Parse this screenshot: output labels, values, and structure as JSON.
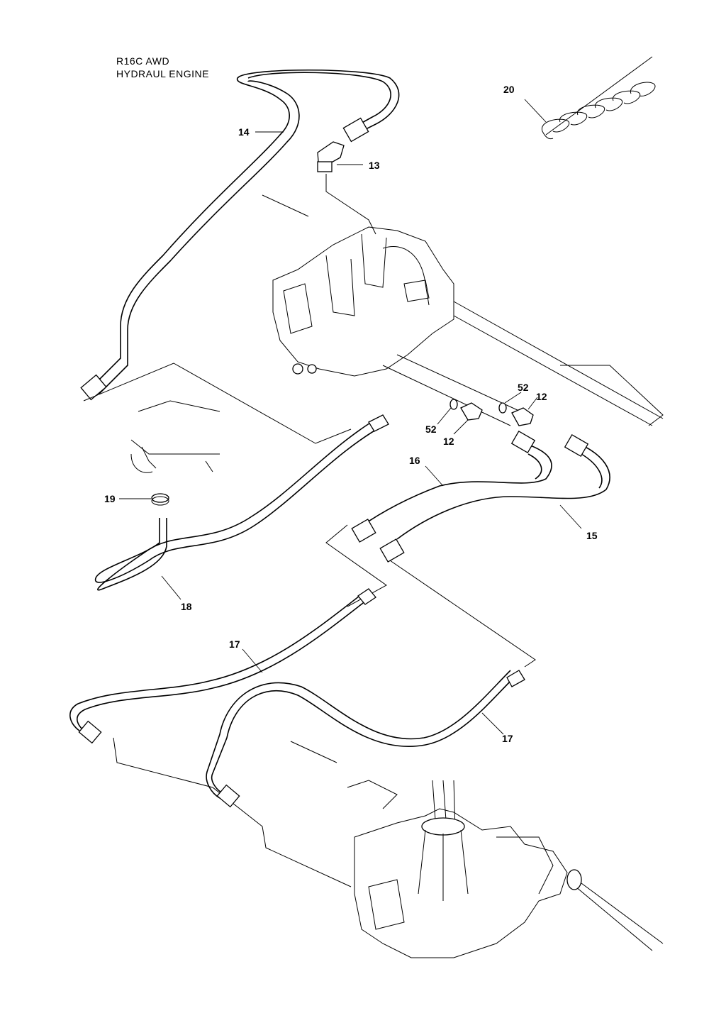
{
  "title": {
    "line1": "R16C AWD",
    "line2": "HYDRAUL ENGINE"
  },
  "callouts": [
    {
      "id": "c14",
      "label": "14"
    },
    {
      "id": "c13",
      "label": "13"
    },
    {
      "id": "c20",
      "label": "20"
    },
    {
      "id": "c52a",
      "label": "52"
    },
    {
      "id": "c12a",
      "label": "12"
    },
    {
      "id": "c52b",
      "label": "52"
    },
    {
      "id": "c12b",
      "label": "12"
    },
    {
      "id": "c16",
      "label": "16"
    },
    {
      "id": "c15",
      "label": "15"
    },
    {
      "id": "c19",
      "label": "19"
    },
    {
      "id": "c18",
      "label": "18"
    },
    {
      "id": "c17a",
      "label": "17"
    },
    {
      "id": "c17b",
      "label": "17"
    }
  ]
}
